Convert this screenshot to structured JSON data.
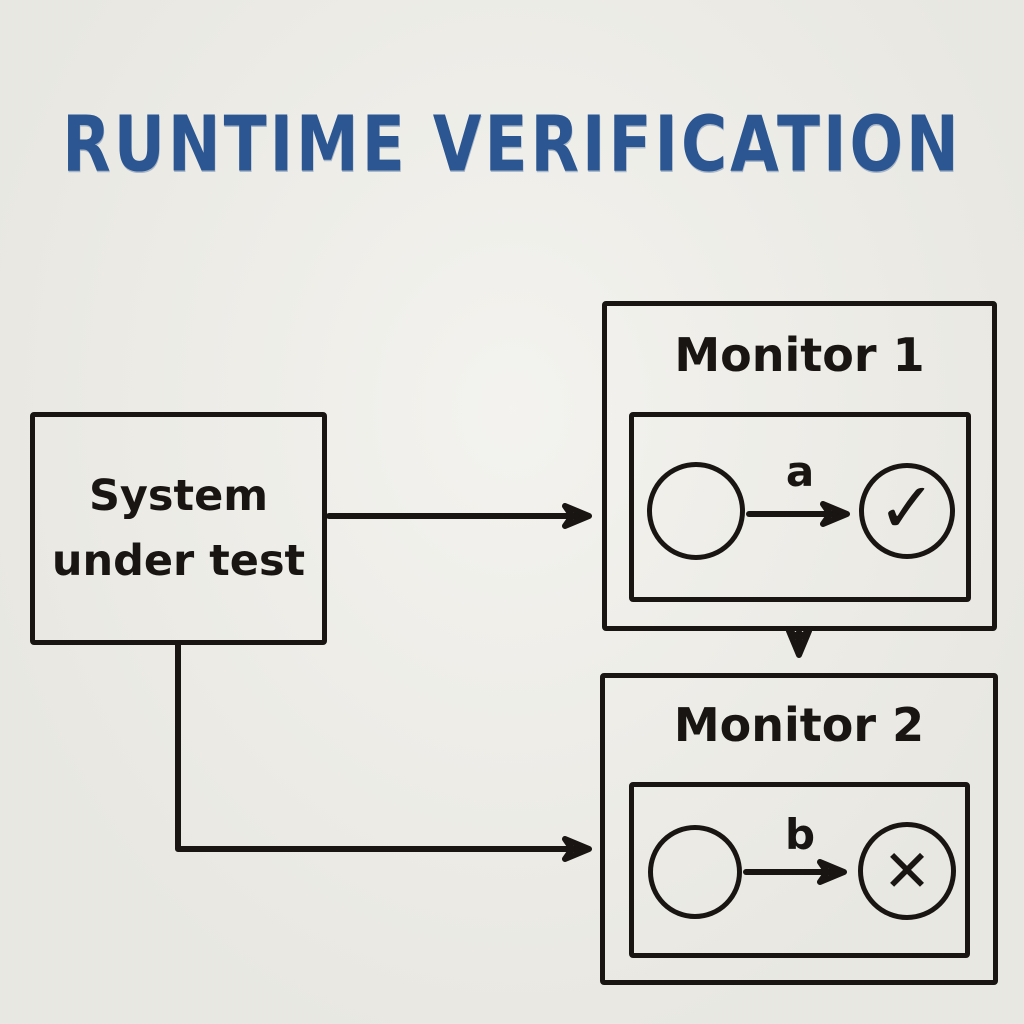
{
  "colors": {
    "background": "#edece6",
    "ink": "#181512",
    "title_blue": "#2b5691"
  },
  "title": "RUNTIME VERIFICATION",
  "system_box": {
    "label": "System\nunder test"
  },
  "monitor1": {
    "title": "Monitor 1",
    "transition_label": "a",
    "result": "accept",
    "result_glyph": "✓"
  },
  "monitor2": {
    "title": "Monitor 2",
    "transition_label": "b",
    "result": "reject",
    "result_glyph": "✕"
  }
}
